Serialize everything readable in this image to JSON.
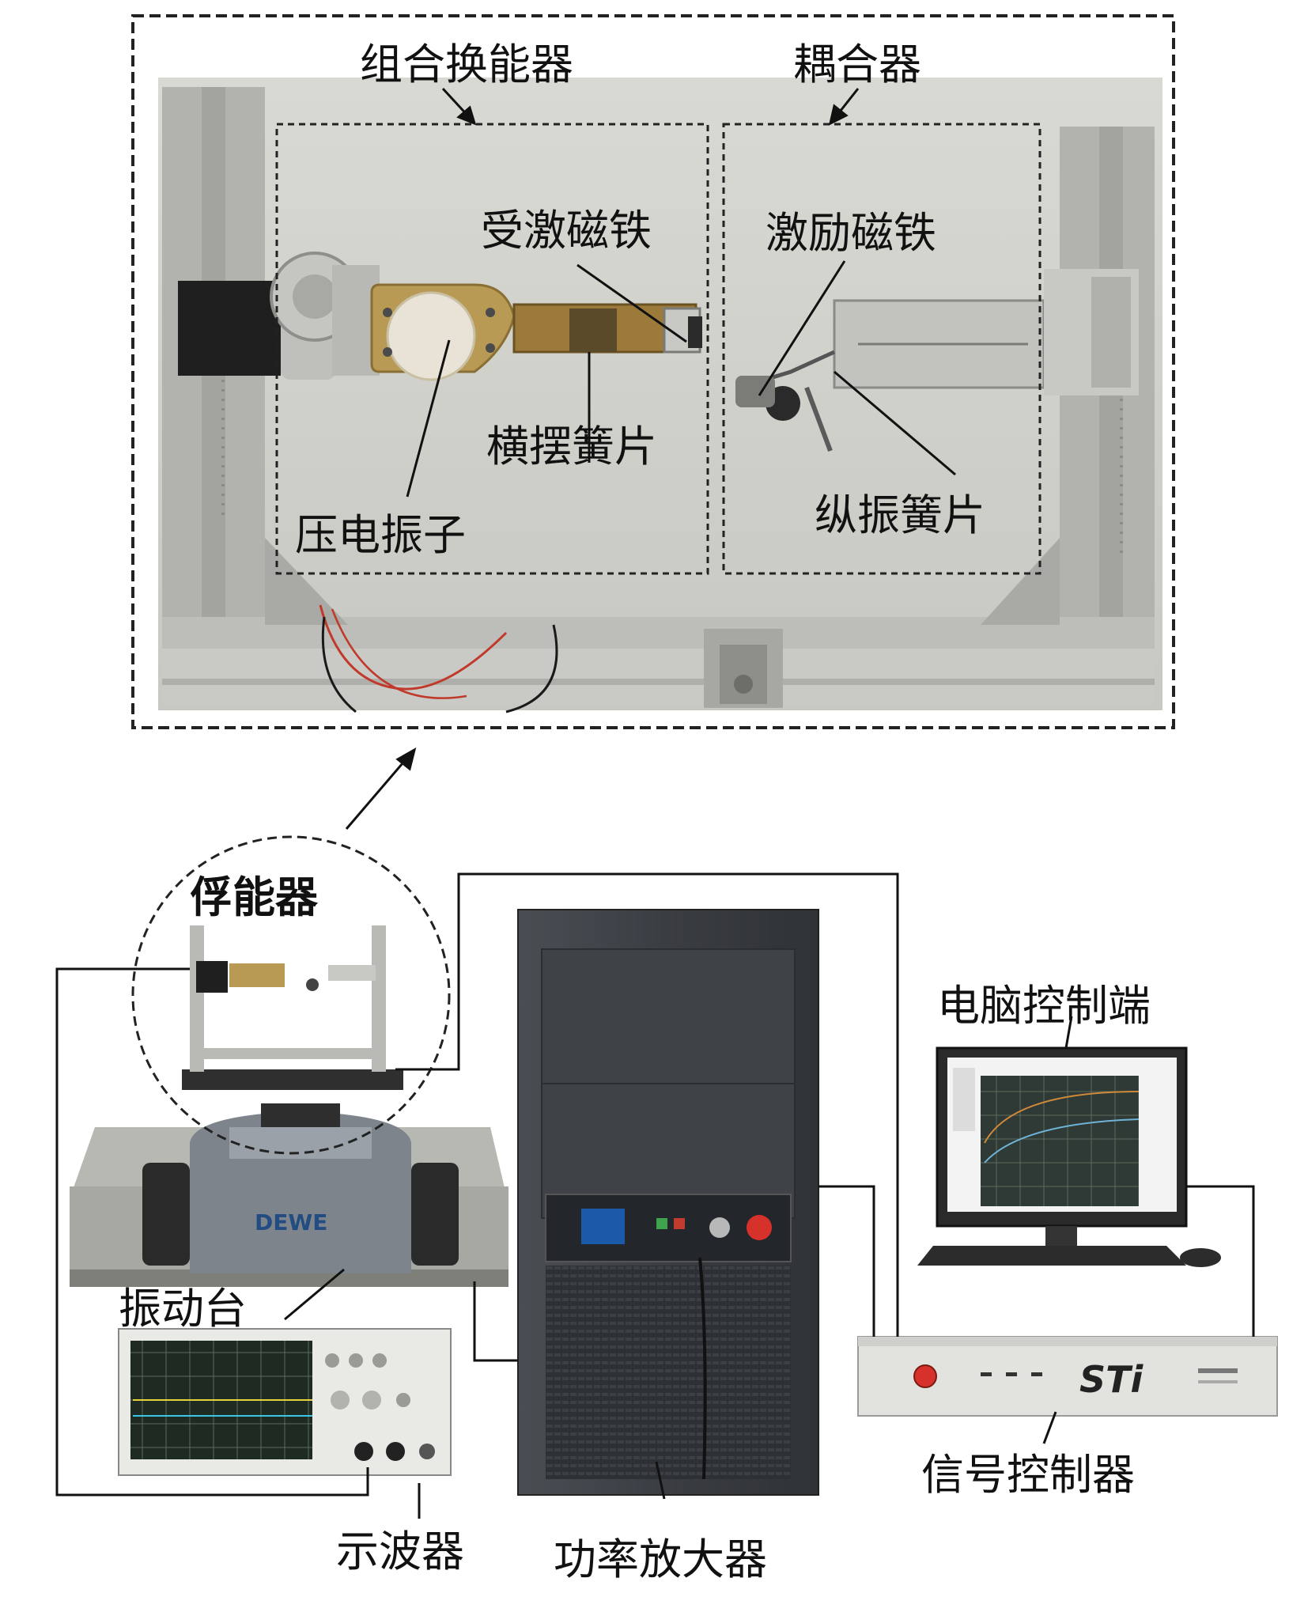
{
  "labels": {
    "combined_transducer": "组合换能器",
    "coupler": "耦合器",
    "excited_magnet": "受激磁铁",
    "exciting_magnet": "激励磁铁",
    "swing_reed": "横摆簧片",
    "longitudinal_reed": "纵振簧片",
    "piezo_vibrator": "压电振子",
    "harvester": "俘能器",
    "pc_control": "电脑控制端",
    "vibration_table": "振动台",
    "oscilloscope": "示波器",
    "power_amplifier": "功率放大器",
    "signal_controller": "信号控制器"
  },
  "device_text": {
    "shaker_brand": "DEWE",
    "controller_brand": "STi"
  },
  "colors": {
    "frame_gray": "#b9bab5",
    "dark_panel": "#3b3f44",
    "brass": "#b89a55",
    "cable": "#111111",
    "red_wire": "#c0392b"
  }
}
